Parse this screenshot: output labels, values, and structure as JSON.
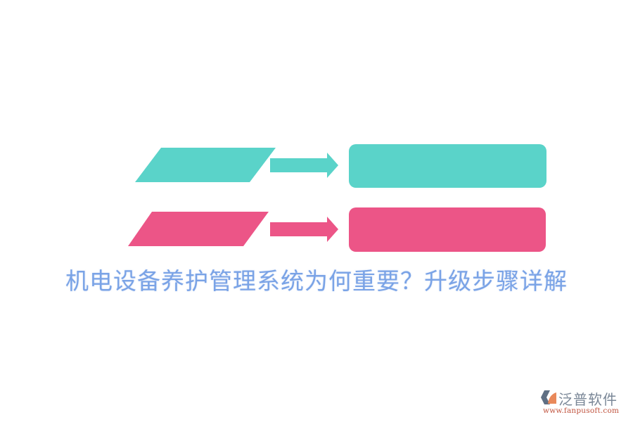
{
  "diagram": {
    "rows": [
      {
        "color": "#5ad3c9",
        "input_shape": "parallelogram",
        "output_shape": "rounded-rectangle",
        "label": ""
      },
      {
        "color": "#ec5587",
        "input_shape": "parallelogram",
        "output_shape": "rounded-rectangle",
        "label": ""
      }
    ]
  },
  "title": "机电设备养护管理系统为何重要？升级步骤详解",
  "logo": {
    "name": "泛普软件",
    "url": "www.fanpusoft.com",
    "icon": "fanpu-logo-icon",
    "colors": {
      "gray": "#5f6f83",
      "orange": "#e9895a",
      "url_text": "#c0533e"
    }
  }
}
